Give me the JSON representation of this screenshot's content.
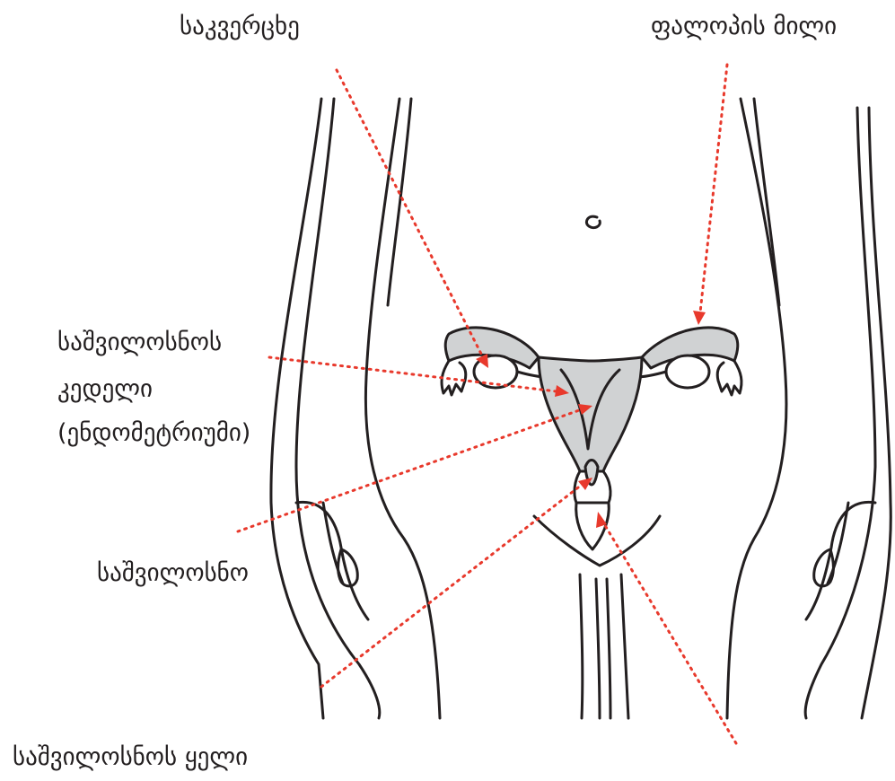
{
  "labels": {
    "ovary": "საკვერცხე",
    "fallopian_tube": "ფალოპის მილი",
    "uterine_wall_line1": "საშვილოსნოს",
    "uterine_wall_line2": "კედელი",
    "uterine_wall_line3": "(ენდომეტრიუმი)",
    "uterus": "საშვილოსნო",
    "cervix": "საშვილოსნოს ყელი"
  },
  "colors": {
    "outline": "#231f20",
    "organ_fill": "#d0d2d3",
    "leader_line": "#e8392c"
  }
}
